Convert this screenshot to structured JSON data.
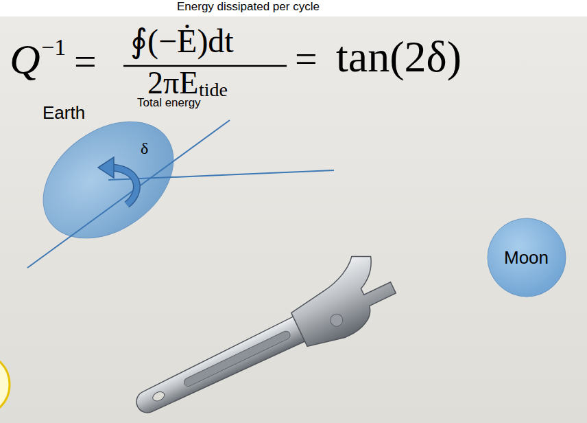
{
  "diagram": {
    "nodes": [
      {
        "text": [
          "Earth"
        ]
      },
      {
        "text": [
          "Moon"
        ]
      }
    ],
    "labels": [
      "Energy dissipated per cycle",
      "Q",
      "−1",
      "=",
      "∮(−Ė)dt",
      "2πE",
      "tide",
      "=",
      "tan(2δ)",
      "Total energy",
      "δ"
    ]
  }
}
